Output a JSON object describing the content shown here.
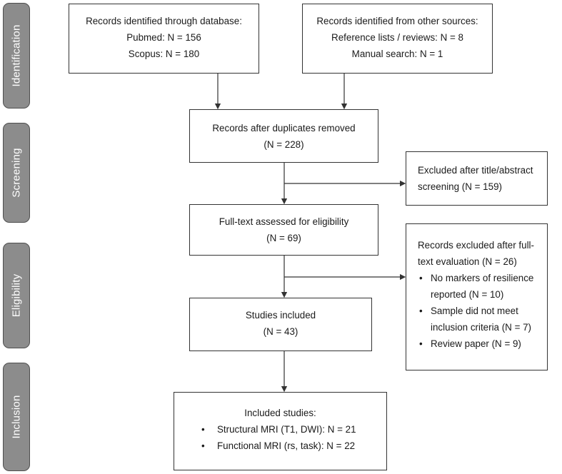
{
  "stages": [
    "Identification",
    "Screening",
    "Eligibility",
    "Inclusion"
  ],
  "boxes": {
    "database": {
      "title": "Records identified through database:",
      "lines": [
        "Pubmed: N = 156",
        "Scopus: N = 180"
      ]
    },
    "other_sources": {
      "title": "Records identified from other sources:",
      "lines": [
        "Reference lists / reviews: N = 8",
        "Manual search: N = 1"
      ]
    },
    "duplicates_removed": {
      "title": "Records after duplicates removed",
      "count": "(N = 228)"
    },
    "excluded_screening": {
      "lines": [
        "Excluded after title/abstract",
        "screening (N = 159)"
      ]
    },
    "fulltext_assessed": {
      "title": "Full-text assessed for eligibility",
      "count": "(N = 69)"
    },
    "excluded_fulltext": {
      "lines": [
        "Records excluded after full-",
        "text evaluation (N = 26)"
      ],
      "bullets": [
        [
          "No markers of resilience",
          "reported (N = 10)"
        ],
        [
          "Sample did not meet",
          "inclusion criteria (N = 7)"
        ],
        [
          "Review paper (N = 9)"
        ]
      ]
    },
    "studies_included": {
      "title": "Studies included",
      "count": "(N = 43)"
    },
    "included_studies": {
      "title": "Included studies:",
      "bullets": [
        "Structural MRI (T1, DWI): N = 21",
        "Functional MRI (rs, task): N = 22"
      ]
    }
  }
}
